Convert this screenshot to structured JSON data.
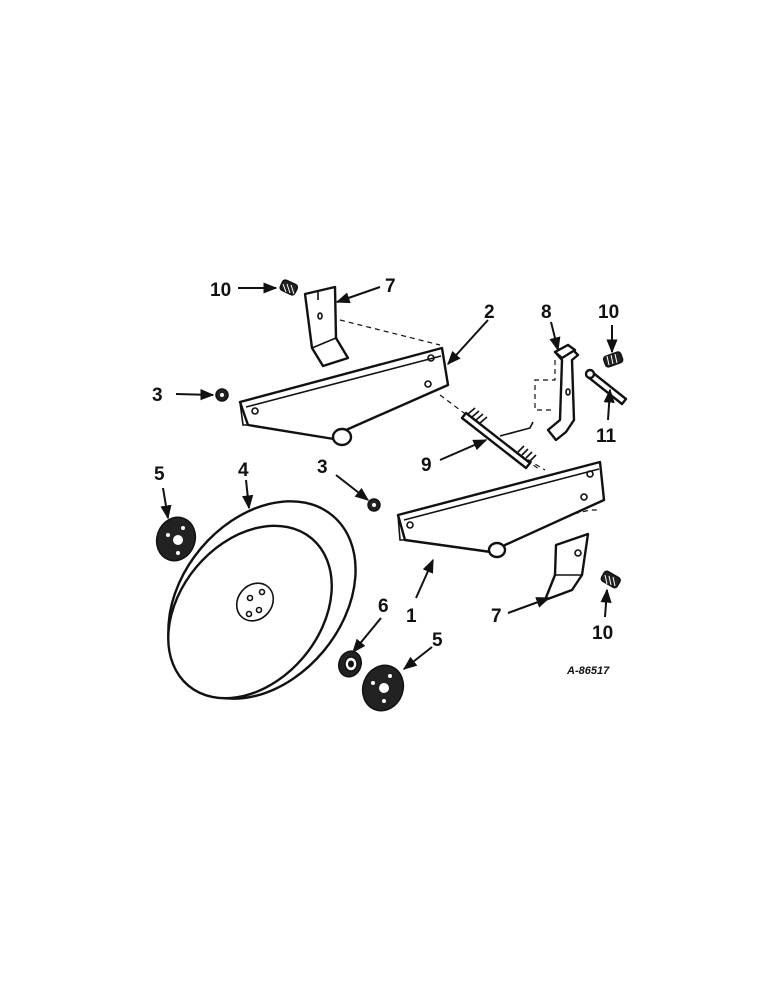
{
  "diagram": {
    "drawing_number": "A-86517",
    "callouts": {
      "c1": "1",
      "c2": "2",
      "c3a": "3",
      "c3b": "3",
      "c4": "4",
      "c5a": "5",
      "c5b": "5",
      "c6": "6",
      "c7a": "7",
      "c7b": "7",
      "c8": "8",
      "c9": "9",
      "c10a": "10",
      "c10b": "10",
      "c10c": "10",
      "c11": "11"
    }
  }
}
